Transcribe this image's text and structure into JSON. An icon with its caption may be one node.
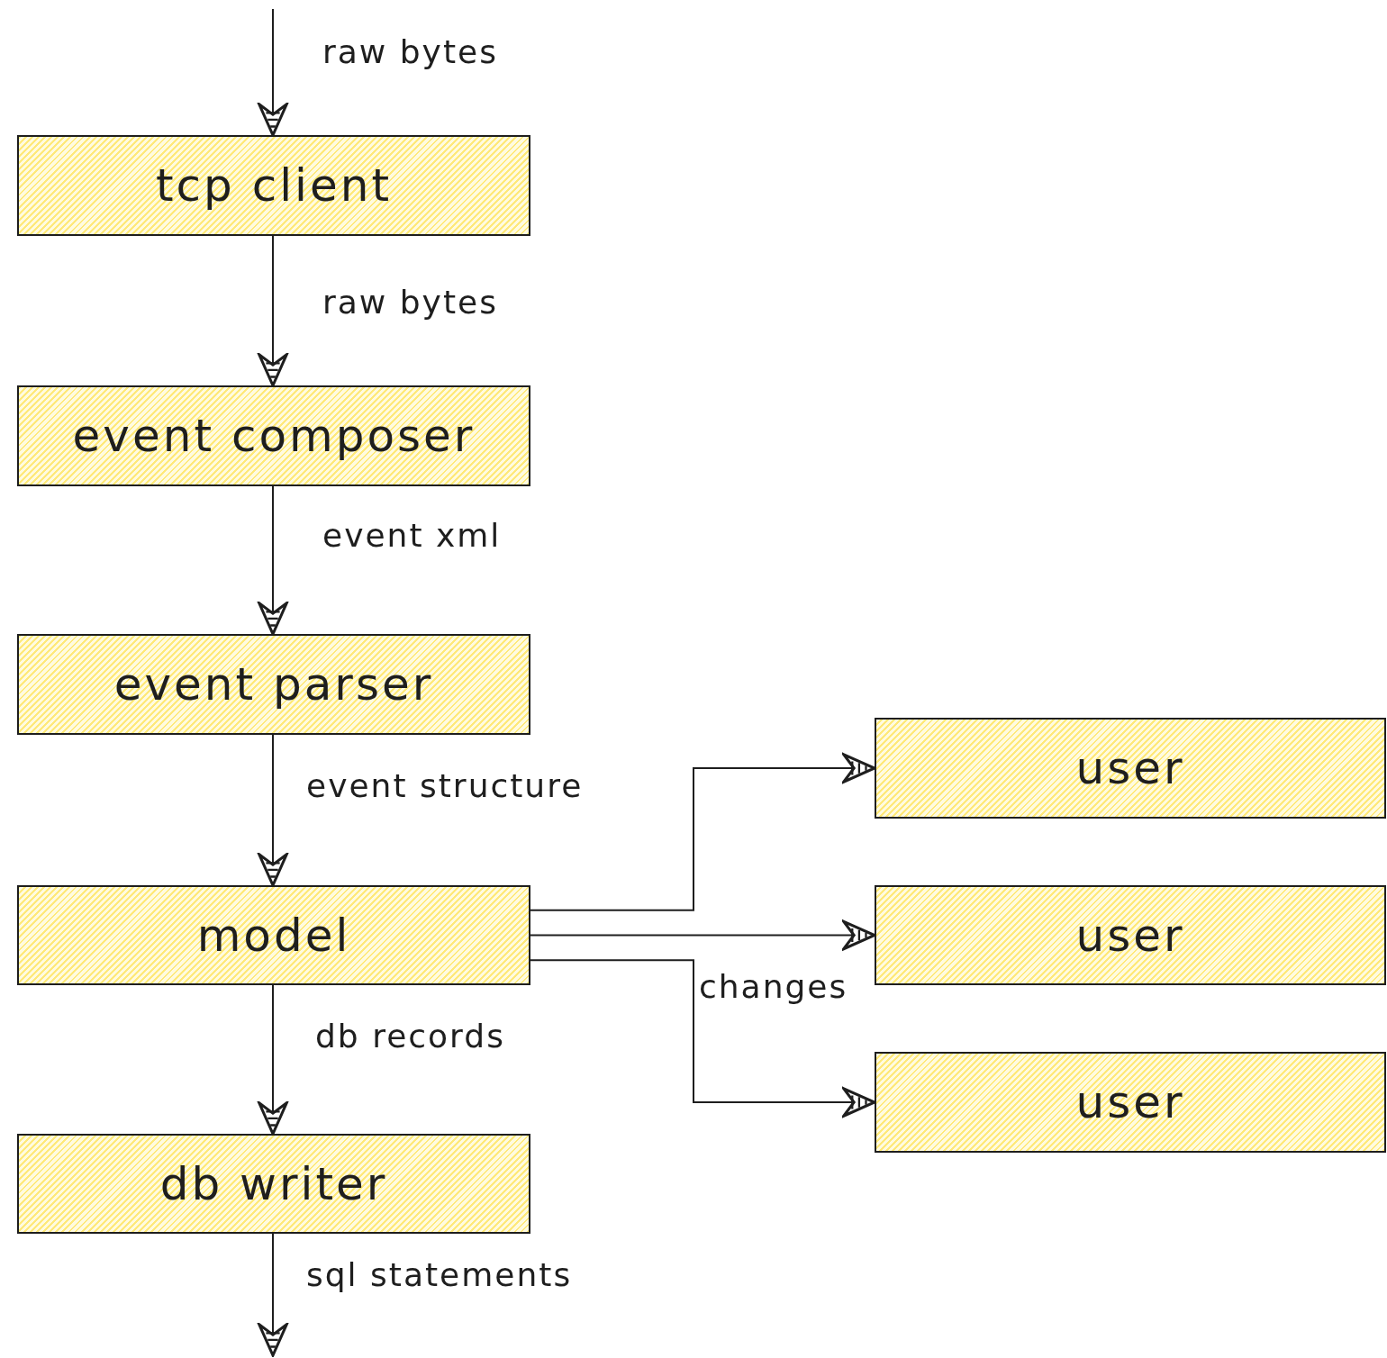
{
  "diagram": {
    "nodes": [
      {
        "text": [
          "tcp client"
        ]
      },
      {
        "text": [
          "event composer"
        ]
      },
      {
        "text": [
          "event parser"
        ]
      },
      {
        "text": [
          "model"
        ]
      },
      {
        "text": [
          "user"
        ]
      },
      {
        "text": [
          "user"
        ]
      },
      {
        "text": [
          "user"
        ]
      },
      {
        "text": [
          "db writer"
        ]
      }
    ],
    "edges": [
      {
        "from": null,
        "to": 0,
        "arrow": "to",
        "label": "raw bytes"
      },
      {
        "from": 0,
        "to": 1,
        "arrow": "to",
        "label": "raw bytes"
      },
      {
        "from": 1,
        "to": 2,
        "arrow": "to",
        "label": "event xml"
      },
      {
        "from": 2,
        "to": 3,
        "arrow": "to",
        "label": "event structure"
      },
      {
        "from": 3,
        "to": 4,
        "arrow": "to"
      },
      {
        "from": 3,
        "to": 5,
        "arrow": "to"
      },
      {
        "from": 3,
        "to": 6,
        "arrow": "to",
        "label": "changes"
      },
      {
        "from": 3,
        "to": 7,
        "arrow": "to",
        "label": "db records"
      },
      {
        "from": 7,
        "to": null,
        "arrow": "to",
        "label": "sql statements"
      }
    ]
  }
}
